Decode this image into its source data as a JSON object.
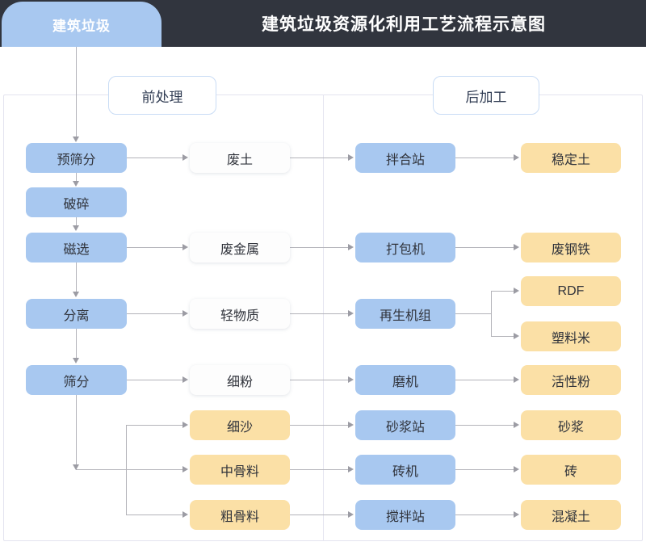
{
  "header": {
    "tab_label": "建筑垃圾",
    "title": "建筑垃圾资源化利用工艺流程示意图",
    "bar_color": "#31353E",
    "tab_color": "#A8C8F0"
  },
  "sections": [
    {
      "label": "前处理"
    },
    {
      "label": "后加工"
    }
  ],
  "palette": {
    "blue": "#A8C8F0",
    "white": "#FDFDFD",
    "amber": "#FBE0A6",
    "connector": "#B3B3B9",
    "panel_border": "#E3E3EF"
  },
  "columns": {
    "process": [
      {
        "label": "预筛分",
        "color": "blue"
      },
      {
        "label": "破碎",
        "color": "blue"
      },
      {
        "label": "磁选",
        "color": "blue"
      },
      {
        "label": "分离",
        "color": "blue"
      },
      {
        "label": "筛分",
        "color": "blue"
      }
    ],
    "intermediate": [
      {
        "label": "废土",
        "color": "white"
      },
      {
        "label": "废金属",
        "color": "white"
      },
      {
        "label": "轻物质",
        "color": "white"
      },
      {
        "label": "细粉",
        "color": "white"
      },
      {
        "label": "细沙",
        "color": "amber"
      },
      {
        "label": "中骨料",
        "color": "amber"
      },
      {
        "label": "粗骨料",
        "color": "amber"
      }
    ],
    "equipment": [
      {
        "label": "拌合站",
        "color": "blue"
      },
      {
        "label": "打包机",
        "color": "blue"
      },
      {
        "label": "再生机组",
        "color": "blue"
      },
      {
        "label": "磨机",
        "color": "blue"
      },
      {
        "label": "砂浆站",
        "color": "blue"
      },
      {
        "label": "砖机",
        "color": "blue"
      },
      {
        "label": "搅拌站",
        "color": "blue"
      }
    ],
    "product": [
      {
        "label": "稳定土",
        "color": "amber"
      },
      {
        "label": "废钢铁",
        "color": "amber"
      },
      {
        "label": "RDF",
        "color": "amber"
      },
      {
        "label": "塑料米",
        "color": "amber"
      },
      {
        "label": "活性粉",
        "color": "amber"
      },
      {
        "label": "砂浆",
        "color": "amber"
      },
      {
        "label": "砖",
        "color": "amber"
      },
      {
        "label": "混凝土",
        "color": "amber"
      }
    ]
  }
}
